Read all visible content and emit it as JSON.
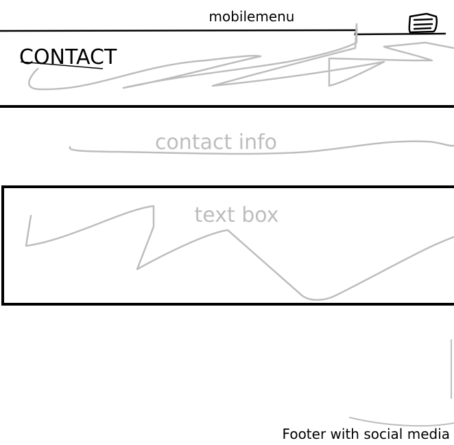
{
  "header": {
    "menu_label": "mobilemenu",
    "menu_icon": "hamburger-menu-icon",
    "page_title": "CONTACT"
  },
  "contact": {
    "info_label": "contact info"
  },
  "form": {
    "textbox_label": "text box"
  },
  "footer": {
    "text": "Footer with social media"
  },
  "colors": {
    "ink": "#000000",
    "sketch": "#bdbdbd",
    "background": "#ffffff"
  }
}
